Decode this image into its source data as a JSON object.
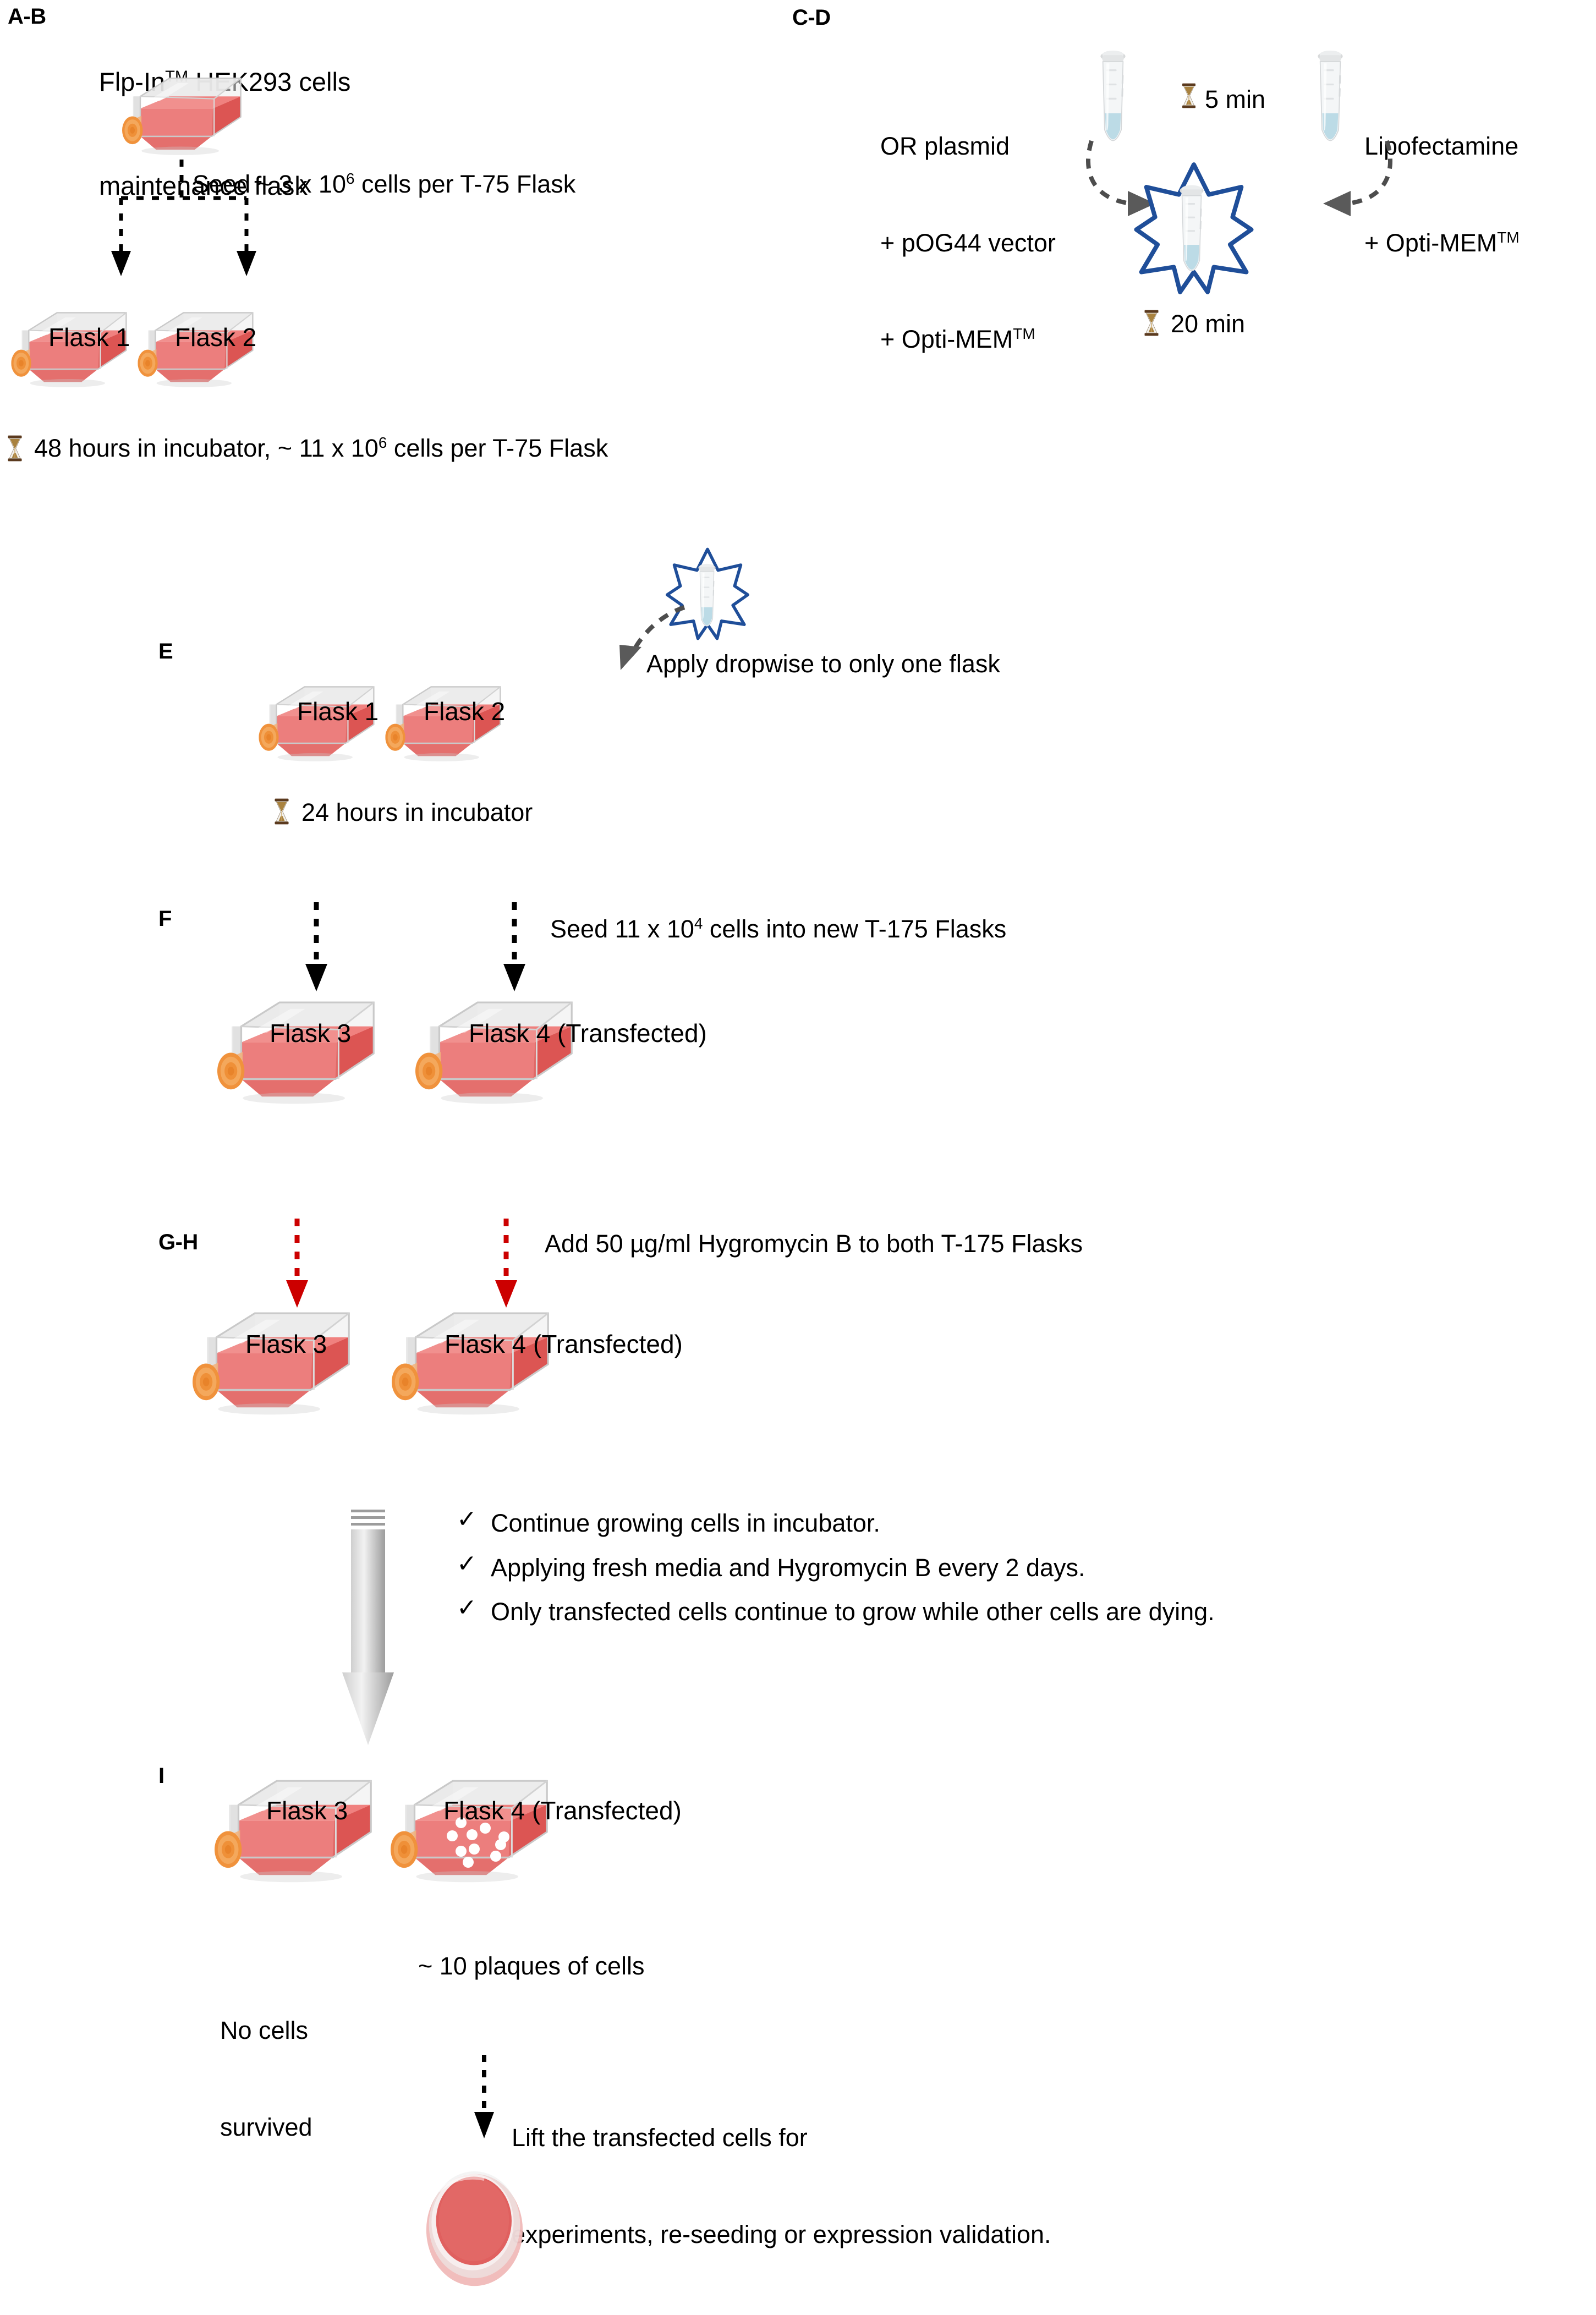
{
  "figure": {
    "type": "protocol-flowchart",
    "description": "Stable cell line generation workflow using Flp-In HEK293 cells"
  },
  "panels": {
    "ab": {
      "label": "A-B",
      "title_line1": "Flp-In",
      "title_line1_sup": "TM",
      "title_line1_rest": " HEK293 cells",
      "title_line2": "maintenance flask",
      "seed_text_pre": "Seed ~ 3 x 10",
      "seed_text_sup": "6",
      "seed_text_post": " cells per T-75 Flask",
      "flask1": "Flask 1",
      "flask2": "Flask 2",
      "incubate_pre": "48 hours in incubator, ~ 11 x 10",
      "incubate_sup": "6",
      "incubate_post": " cells per T-75 Flask"
    },
    "cd": {
      "label": "C-D",
      "left_line1": "OR plasmid",
      "left_line2": "+ pOG44 vector",
      "left_line3_pre": "+ Opti-MEM",
      "left_line3_sup": "TM",
      "right_line1": "Lipofectamine",
      "right_line2_pre": "+ Opti-MEM",
      "right_line2_sup": "TM",
      "timer_top": "5 min",
      "timer_bottom": "20 min"
    },
    "e": {
      "label": "E",
      "flask1": "Flask 1",
      "flask2": "Flask 2",
      "apply_text": "Apply dropwise to only one flask",
      "incubate": "24 hours in incubator"
    },
    "f": {
      "label": "F",
      "seed_pre": "Seed 11 x 10",
      "seed_sup": "4",
      "seed_post": " cells into new T-175 Flasks",
      "flask3": "Flask 3",
      "flask4": "Flask 4 (Transfected)"
    },
    "gh": {
      "label": "G-H",
      "add_text": "Add 50 µg/ml Hygromycin B to both T-175 Flasks",
      "flask3": "Flask 3",
      "flask4": "Flask 4 (Transfected)",
      "bullets": [
        "Continue growing cells in incubator.",
        "Applying fresh media and Hygromycin B every 2 days.",
        "Only transfected cells continue to grow while other cells are dying."
      ],
      "check_glyph": "✓"
    },
    "i": {
      "label": "I",
      "flask3": "Flask 3",
      "flask4": "Flask 4 (Transfected)",
      "caption_left_line1": "No cells",
      "caption_left_line2": "survived",
      "caption_right": "~ 10 plaques of cells",
      "lift_line1": "Lift the transfected cells for",
      "lift_line2": "experiments, re-seeding or expression validation."
    }
  },
  "icons": {
    "hourglass": "hourglass-icon",
    "tube": "microcentrifuge-tube-icon",
    "flask": "culture-flask-icon",
    "dish": "petri-dish-icon",
    "star": "mixing-starburst-icon",
    "arrow_dotted": "dotted-arrow-icon",
    "arrow_red": "red-dotted-arrow-icon",
    "arrow_gray_big": "large-gray-arrow-icon",
    "arrow_curved": "curved-dashed-arrow-icon"
  },
  "colors": {
    "media_red": "#e8615f",
    "media_red_dark": "#d8504f",
    "cap_orange": "#f0923c",
    "flask_glass": "#e2e2e2",
    "star_blue": "#1f4e99",
    "tube_liquid": "#bcdbe6",
    "red_arrow": "#cc0000",
    "gray_arrow": "#b0b0b0",
    "dash_gray": "#4d4d4d",
    "text_black": "#000000"
  }
}
